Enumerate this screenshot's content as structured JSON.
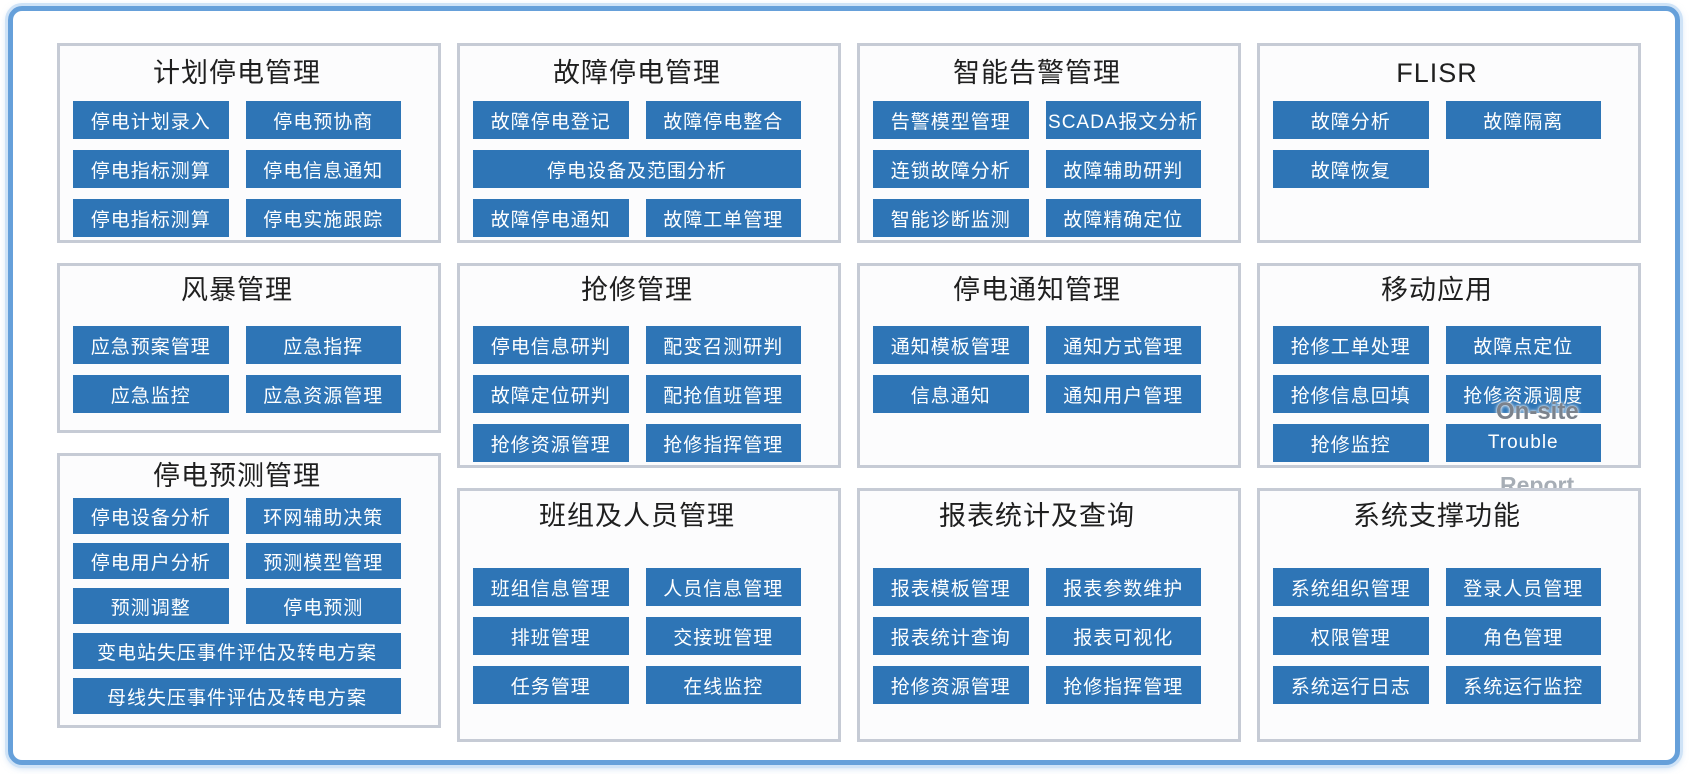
{
  "colors": {
    "module_button_blue": "#2E75B6",
    "button_text": "#FFFFFF",
    "frame_blue": "#66A0DA",
    "panel_border_gray": "#C6CBD5",
    "title_text": "#1F1F1F",
    "overlay_gray": "#7B828C"
  },
  "panels": [
    {
      "key": "planned-outage-management",
      "title": "计划停电管理",
      "buttons": [
        {
          "label": "停电计划录入"
        },
        {
          "label": "停电预协商"
        },
        {
          "label": "停电指标测算"
        },
        {
          "label": "停电信息通知"
        },
        {
          "label": "停电指标测算"
        },
        {
          "label": "停电实施跟踪"
        }
      ]
    },
    {
      "key": "fault-outage-management",
      "title": "故障停电管理",
      "buttons": [
        {
          "label": "故障停电登记"
        },
        {
          "label": "故障停电整合"
        },
        {
          "label": "停电设备及范围分析",
          "wide": true
        },
        {
          "label": "故障停电通知"
        },
        {
          "label": "故障工单管理"
        }
      ]
    },
    {
      "key": "intelligent-alarm-management",
      "title": "智能告警管理",
      "buttons": [
        {
          "label": "告警模型管理"
        },
        {
          "label": "SCADA报文分析"
        },
        {
          "label": "连锁故障分析"
        },
        {
          "label": "故障辅助研判"
        },
        {
          "label": "智能诊断监测"
        },
        {
          "label": "故障精确定位"
        }
      ]
    },
    {
      "key": "flisr",
      "title": "FLISR",
      "buttons": [
        {
          "label": "故障分析"
        },
        {
          "label": "故障隔离"
        },
        {
          "label": "故障恢复"
        }
      ]
    },
    {
      "key": "storm-management",
      "title": "风暴管理",
      "buttons": [
        {
          "label": "应急预案管理"
        },
        {
          "label": "应急指挥"
        },
        {
          "label": "应急监控"
        },
        {
          "label": "应急资源管理"
        }
      ]
    },
    {
      "key": "repair-management",
      "title": "抢修管理",
      "buttons": [
        {
          "label": "停电信息研判"
        },
        {
          "label": "配变召测研判"
        },
        {
          "label": "故障定位研判"
        },
        {
          "label": "配抢值班管理"
        },
        {
          "label": "抢修资源管理"
        },
        {
          "label": "抢修指挥管理"
        }
      ]
    },
    {
      "key": "outage-notification-management",
      "title": "停电通知管理",
      "buttons": [
        {
          "label": "通知模板管理"
        },
        {
          "label": "通知方式管理"
        },
        {
          "label": "信息通知"
        },
        {
          "label": "通知用户管理"
        }
      ]
    },
    {
      "key": "mobile-application",
      "title": "移动应用",
      "buttons": [
        {
          "label": "抢修工单处理"
        },
        {
          "label": "故障点定位"
        },
        {
          "label": "抢修信息回填"
        },
        {
          "label": "抢修资源调度"
        },
        {
          "label": "抢修监控"
        },
        {
          "label": "Trouble"
        }
      ],
      "overlays": [
        {
          "kind": "onsite",
          "text": "On-site"
        },
        {
          "kind": "report",
          "text": "Report"
        }
      ]
    },
    {
      "key": "outage-forecast-management",
      "title": "停电预测管理",
      "buttons": [
        {
          "label": "停电设备分析"
        },
        {
          "label": "环网辅助决策"
        },
        {
          "label": "停电用户分析"
        },
        {
          "label": "预测模型管理"
        },
        {
          "label": "预测调整"
        },
        {
          "label": "停电预测"
        },
        {
          "label": "变电站失压事件评估及转电方案",
          "wide": true
        },
        {
          "label": "母线失压事件评估及转电方案",
          "wide": true
        }
      ]
    },
    {
      "key": "team-personnel-management",
      "title": "班组及人员管理",
      "buttons": [
        {
          "label": "班组信息管理"
        },
        {
          "label": "人员信息管理"
        },
        {
          "label": "排班管理"
        },
        {
          "label": "交接班管理"
        },
        {
          "label": "任务管理"
        },
        {
          "label": "在线监控"
        }
      ]
    },
    {
      "key": "report-statistics-query",
      "title": "报表统计及查询",
      "buttons": [
        {
          "label": "报表模板管理"
        },
        {
          "label": "报表参数维护"
        },
        {
          "label": "报表统计查询"
        },
        {
          "label": "报表可视化"
        },
        {
          "label": "抢修资源管理"
        },
        {
          "label": "抢修指挥管理"
        }
      ]
    },
    {
      "key": "system-support-functions",
      "title": "系统支撑功能",
      "buttons": [
        {
          "label": "系统组织管理"
        },
        {
          "label": "登录人员管理"
        },
        {
          "label": "权限管理"
        },
        {
          "label": "角色管理"
        },
        {
          "label": "系统运行日志"
        },
        {
          "label": "系统运行监控"
        }
      ]
    }
  ]
}
